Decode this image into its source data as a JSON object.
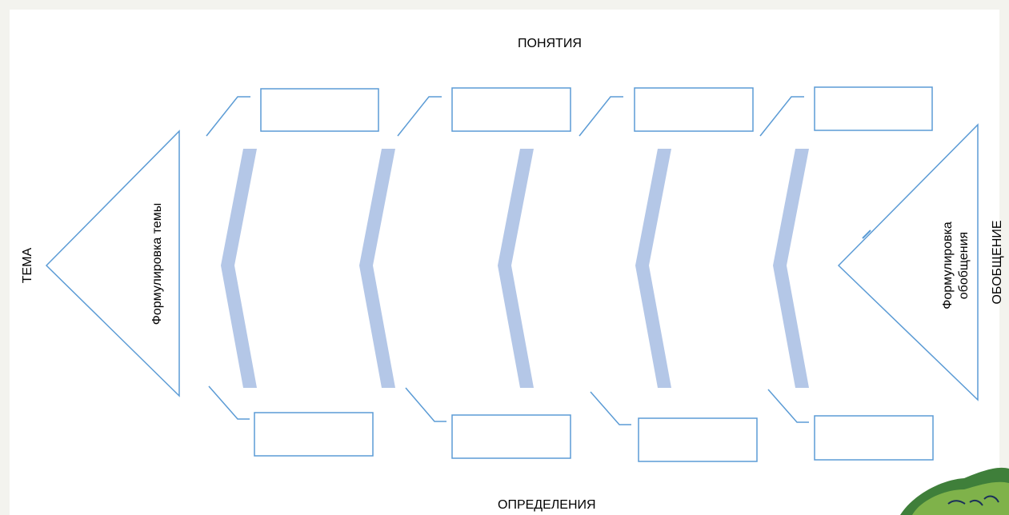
{
  "labels": {
    "top": "ПОНЯТИЯ",
    "bottom": "ОПРЕДЕЛЕНИЯ",
    "left": "ТЕМА",
    "right": "ОБОБЩЕНИЕ",
    "head_left_text": "Формулировка темы",
    "head_right_line1": "Формулировка",
    "head_right_line2": "обобщения"
  },
  "colors": {
    "outline": "#5b9bd5",
    "bone": "#b4c7e7",
    "background": "#f3f3ee",
    "decoration": "#3f7f3a"
  }
}
